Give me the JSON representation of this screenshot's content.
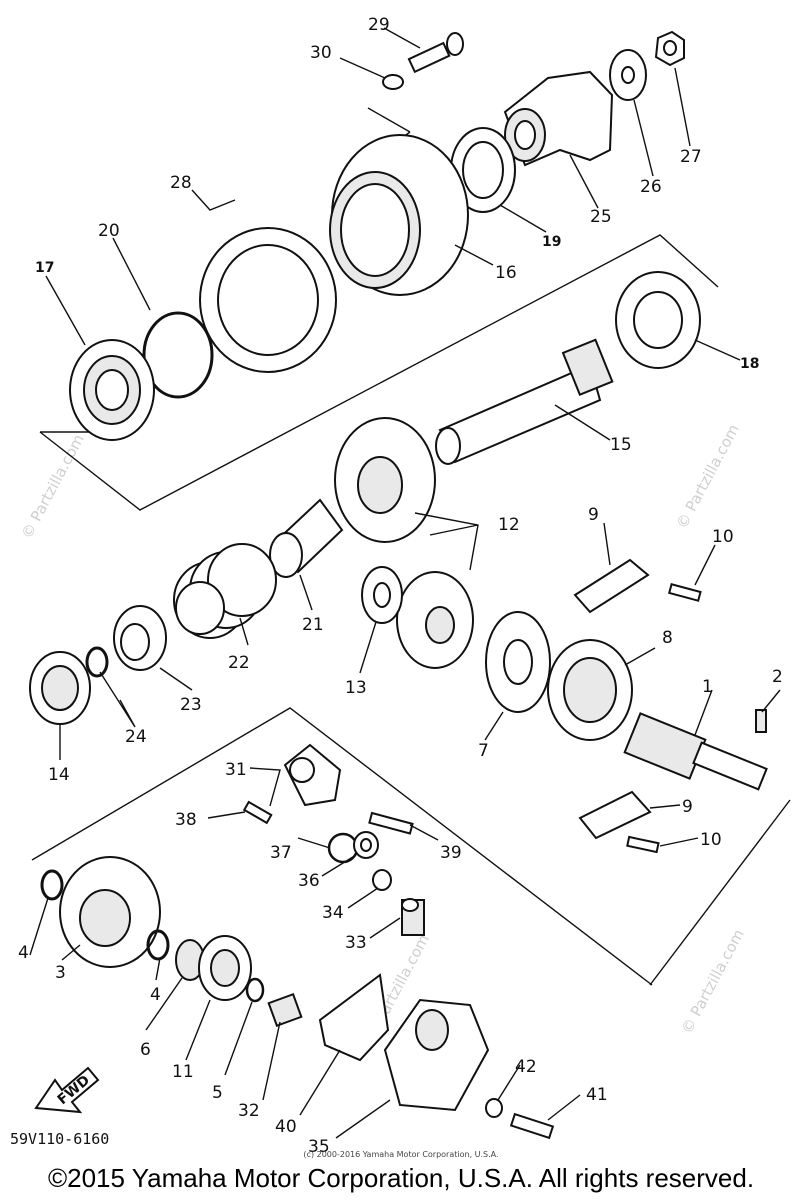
{
  "watermark": "© Partzilla.com",
  "part_numbers": {
    "p1": "1",
    "p2": "2",
    "p3": "3",
    "p4a": "4",
    "p4b": "4",
    "p5": "5",
    "p6": "6",
    "p7": "7",
    "p8": "8",
    "p9a": "9",
    "p9b": "9",
    "p10a": "10",
    "p10b": "10",
    "p11": "11",
    "p12": "12",
    "p13": "13",
    "p14": "14",
    "p15": "15",
    "p16": "16",
    "p17": "17",
    "p18": "18",
    "p19": "19",
    "p20": "20",
    "p21": "21",
    "p22": "22",
    "p23": "23",
    "p24": "24",
    "p25": "25",
    "p26": "26",
    "p27": "27",
    "p28": "28",
    "p29": "29",
    "p30": "30",
    "p31": "31",
    "p32": "32",
    "p33": "33",
    "p34": "34",
    "p35": "35",
    "p36": "36",
    "p37": "37",
    "p38": "38",
    "p39": "39",
    "p40": "40",
    "p41": "41",
    "p42": "42"
  },
  "fwd_label": "FWD",
  "diagram_code": "59V110-6160",
  "small_copyright": "(c) 2000-2016 Yamaha Motor Corporation, U.S.A.",
  "footer": "©2015 Yamaha Motor Corporation, U.S.A. All rights reserved."
}
